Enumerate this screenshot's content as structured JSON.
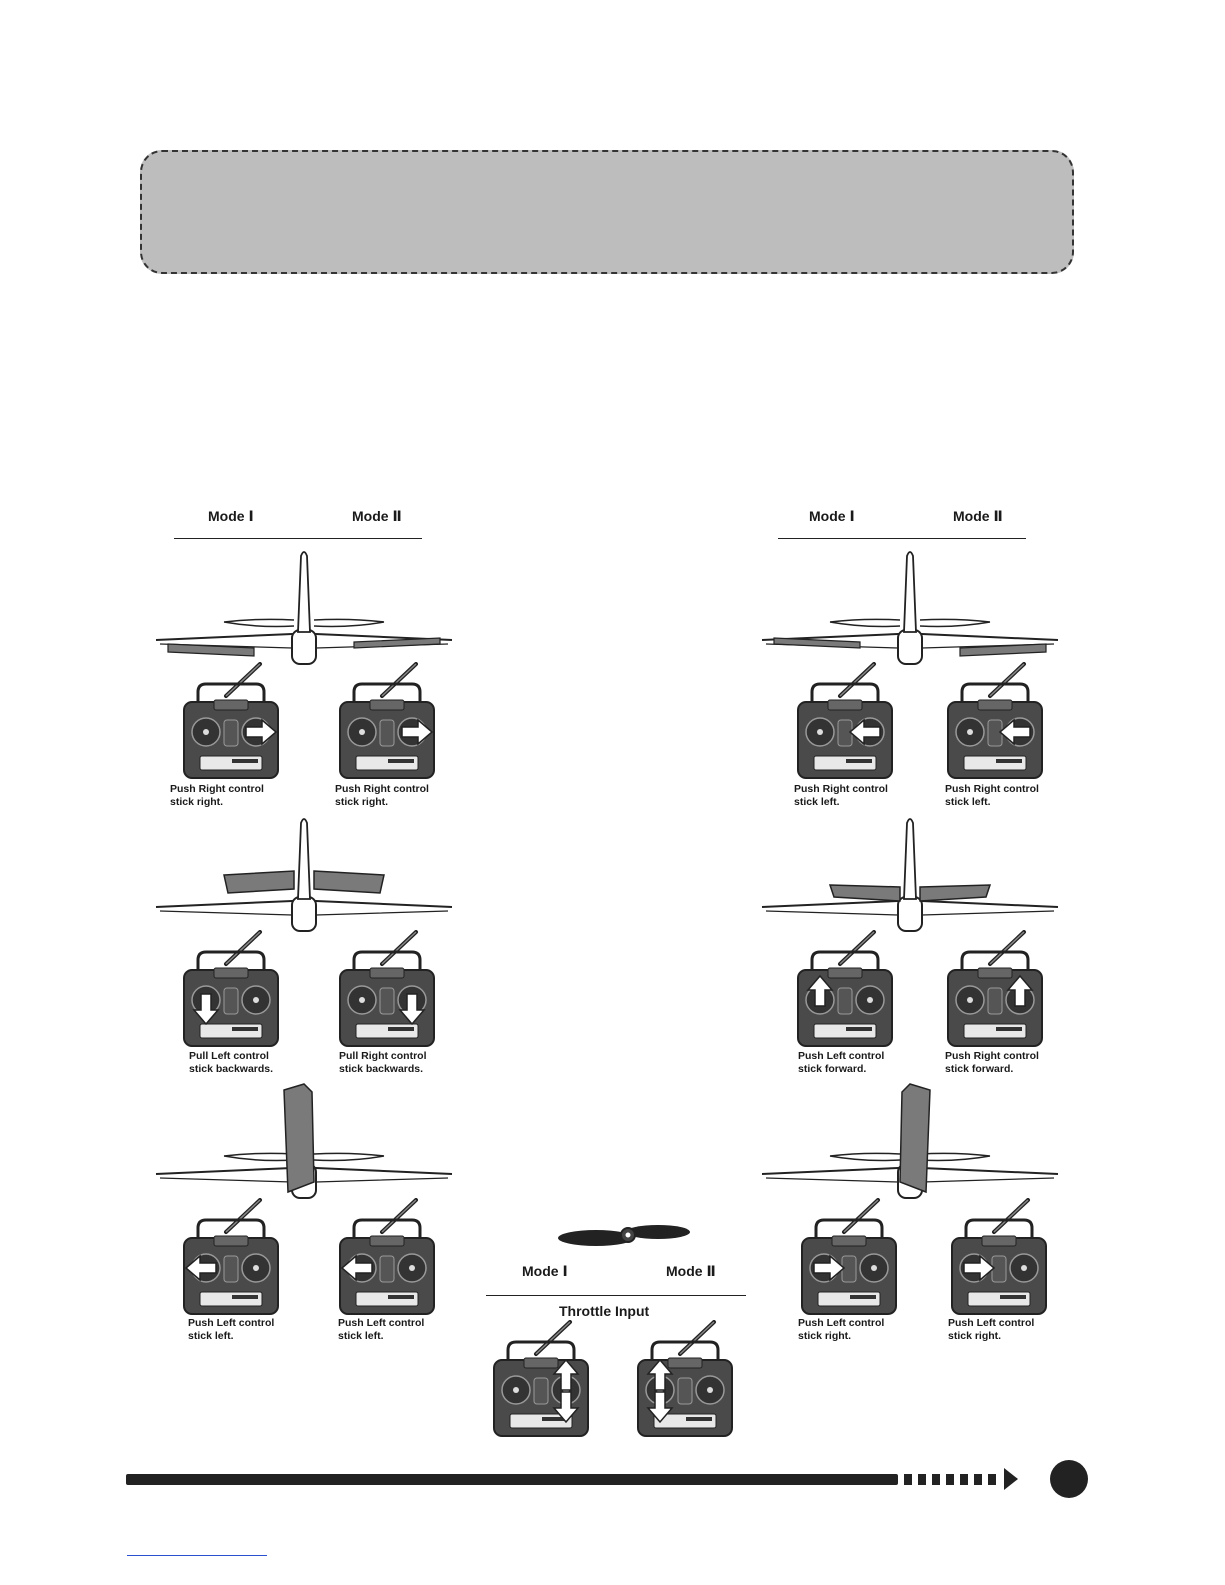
{
  "headers": [
    {
      "mode1": "Mode Ⅰ",
      "mode2": "Mode Ⅱ"
    },
    {
      "mode1": "Mode Ⅰ",
      "mode2": "Mode Ⅱ"
    }
  ],
  "left_column": {
    "aileron": {
      "caption1": "Push Right control\nstick right.",
      "caption2": "Push Right control\nstick right."
    },
    "elevator": {
      "caption1": "Pull Left control\nstick backwards.",
      "caption2": "Pull Right control\nstick backwards."
    },
    "rudder": {
      "caption1": "Push Left control\nstick left.",
      "caption2": "Push Left control\nstick left."
    }
  },
  "right_column": {
    "aileron": {
      "caption1": "Push Right control\nstick left.",
      "caption2": "Push Right control\nstick left."
    },
    "elevator": {
      "caption1": "Push Left control\nstick forward.",
      "caption2": "Push Right control\nstick forward."
    },
    "rudder": {
      "caption1": "Push Left control\nstick right.",
      "caption2": "Push Left control\nstick right."
    }
  },
  "throttle": {
    "mode1": "Mode Ⅰ",
    "mode2": "Mode Ⅱ",
    "title": "Throttle Input"
  },
  "colors": {
    "banner": "#bdbdbd",
    "ink": "#222222",
    "surface": "#7a7a7a"
  },
  "icons": {
    "transmitter": "transmitter-icon",
    "plane": "plane-tail-icon",
    "propeller": "propeller-icon",
    "arrow": "arrow-icon"
  }
}
